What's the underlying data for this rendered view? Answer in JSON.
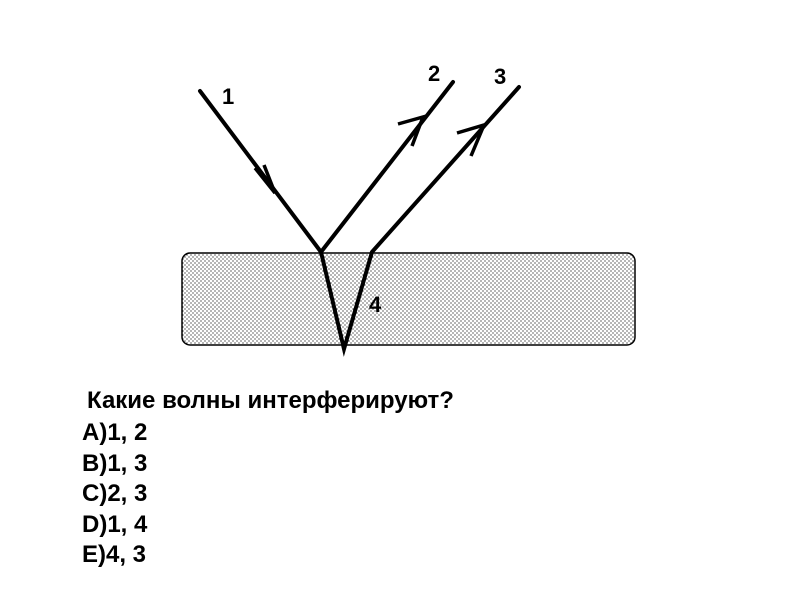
{
  "diagram": {
    "labels": {
      "ray1": "1",
      "ray2": "2",
      "ray3": "3",
      "ray4": "4"
    },
    "colors": {
      "line": "#000000",
      "plate_fill": "#ffffff",
      "dots": "#000000"
    }
  },
  "question": {
    "text": "Какие волны интерферируют?",
    "options": [
      {
        "id": "A",
        "text": "A)1, 2"
      },
      {
        "id": "B",
        "text": "B)1, 3"
      },
      {
        "id": "C",
        "text": "C)2, 3"
      },
      {
        "id": "D",
        "text": "D)1, 4"
      },
      {
        "id": "E",
        "text": "E)4, 3"
      }
    ]
  }
}
